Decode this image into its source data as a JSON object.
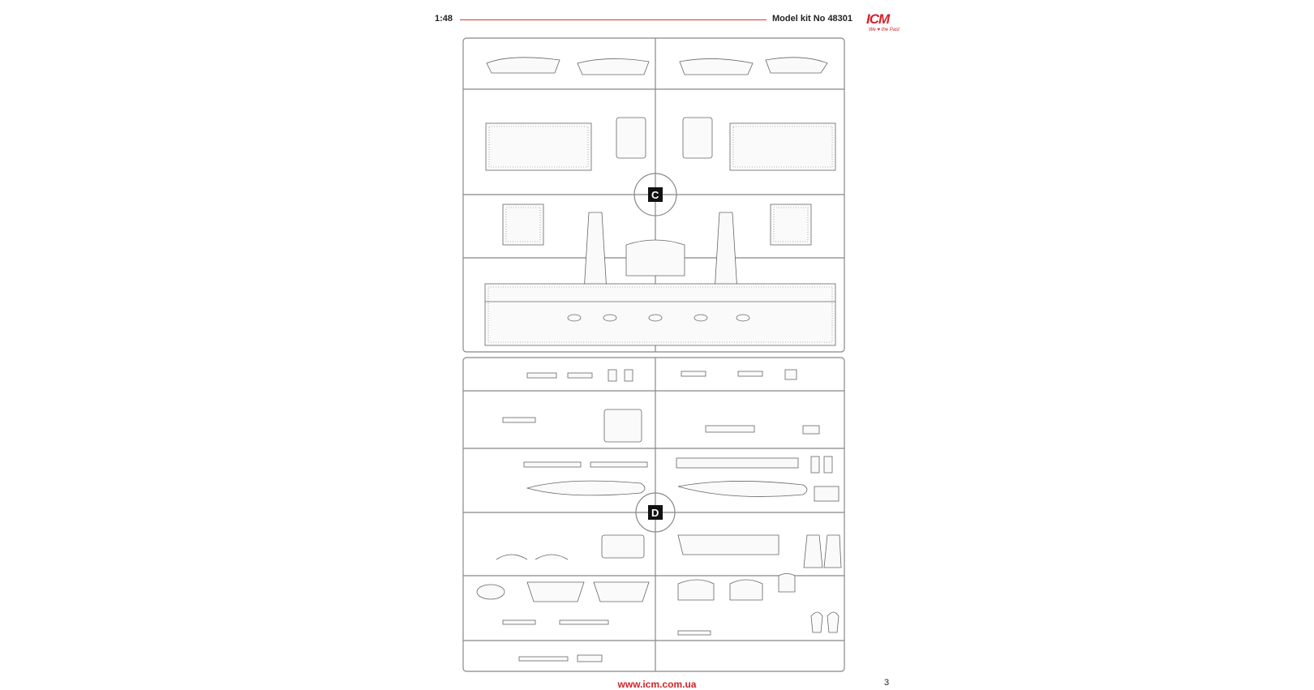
{
  "header": {
    "scale": "1:48",
    "title": "Model kit No 48301",
    "logo_text": "ICM",
    "logo_tagline": "We ♥ the Past"
  },
  "sprues": [
    {
      "letter": "C"
    },
    {
      "letter": "D"
    }
  ],
  "footer": {
    "url": "www.icm.com.ua",
    "page_number": "3"
  },
  "colors": {
    "accent": "#d2232a",
    "sprue": "#888888"
  }
}
